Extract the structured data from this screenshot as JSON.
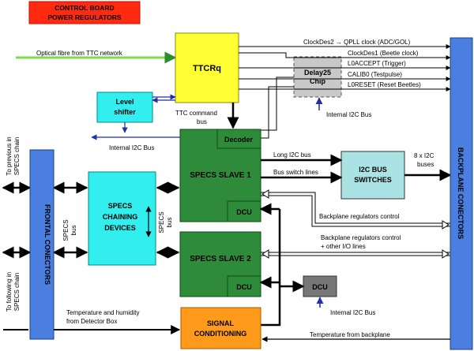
{
  "title": {
    "line1": "CONTROL BOARD",
    "line2": "POWER REGULATORS"
  },
  "blocks": {
    "ttcrq": "TTCRq",
    "delay25_line1": "Delay25",
    "delay25_line2": "Chip",
    "level_shifter_line1": "Level",
    "level_shifter_line2": "shifter",
    "decoder": "Decoder",
    "specs_slave_1": "SPECS SLAVE 1",
    "specs_slave_2": "SPECS SLAVE 2",
    "dcu": "DCU",
    "i2c_switches_line1": "I2C BUS",
    "i2c_switches_line2": "SWITCHES",
    "chaining_line1": "SPECS",
    "chaining_line2": "CHAINING",
    "chaining_line3": "DEVICES",
    "signal_cond_line1": "SIGNAL",
    "signal_cond_line2": "CONDITIONING",
    "frontal": "FRONTAL CONECTORS",
    "backplane": "BACKPLANE CONECTORS"
  },
  "labels": {
    "optical_fibre": "Optical fibre from TTC network",
    "clock2": "ClockDes2 → QPLL clock (ADC/GOL)",
    "clock1": "ClockDes1 (Beetle clock)",
    "l0accept": "L0ACCEPT (Trigger)",
    "calib0": "CALIB0 (Testpulse)",
    "l0reset": "L0RESET (Reset Beetles)",
    "internal_i2c": "Internal I2C Bus",
    "ttc_cmd_1": "TTC command",
    "ttc_cmd_2": "bus",
    "long_i2c": "Long I2C bus",
    "bus_switch": "Bus switch lines",
    "i2c_buses_1": "8 x I2C",
    "i2c_buses_2": "buses",
    "bp_reg": "Backplane regulators control",
    "bp_reg_io_1": "Backplane regulators control",
    "bp_reg_io_2": "+ other I/O lines",
    "specs_bus": "SPECS",
    "specs_bus_2": "bus",
    "to_prev_1": "To previous in",
    "to_prev_2": "SPECS chain",
    "to_next_1": "To following in",
    "to_next_2": "SPECS chain",
    "temp_humid_1": "Temperature and humidity",
    "temp_humid_2": "from Detector Box",
    "temp_backplane": "Temperature from backplane"
  }
}
